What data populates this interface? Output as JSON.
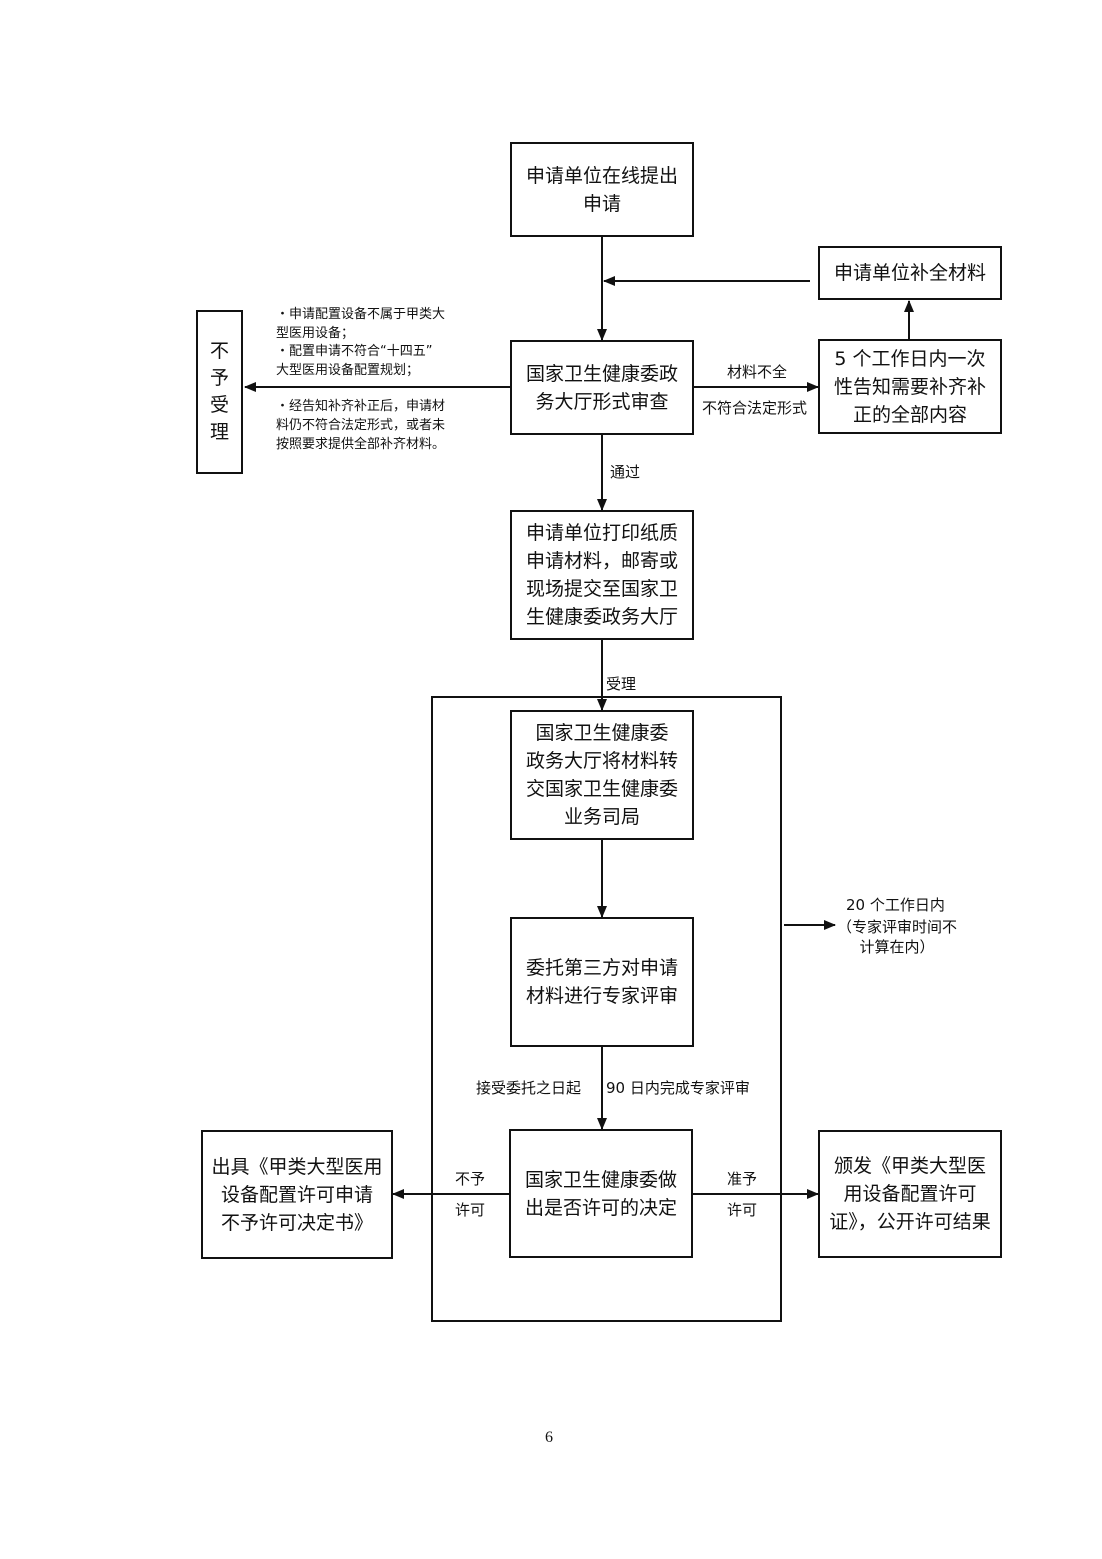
{
  "nodes": {
    "apply_online": "申请单位在线提出\n申请",
    "supplement": "申请单位补全材料",
    "not_accepted": "不\n予\n受\n理",
    "formal_review": "国家卫生健康委政\n务大厅形式审查",
    "notify": "5 个工作日内一次\n性告知需要补齐补\n正的全部内容",
    "print_submit": "申请单位打印纸质\n申请材料，邮寄或\n现场提交至国家卫\n生健康委政务大厅",
    "transfer": "国家卫生健康委\n政务大厅将材料转\n交国家卫生健康委\n业务司局",
    "expert_review": "委托第三方对申请\n材料进行专家评审",
    "decision": "国家卫生健康委做\n出是否许可的决定",
    "refuse_doc": "出具《甲类大型医用\n设备配置许可申请\n不予许可决定书》",
    "issue_license": "颁发《甲类大型医\n用设备配置许可\n证》，公开许可结果"
  },
  "notes": {
    "reason1": "・申请配置设备不属于甲类大\n型医用设备；",
    "reason2": "・配置申请不符合“十四五”\n大型医用设备配置规划；",
    "reason3": "・经告知补齐补正后，申请材\n料仍不符合法定形式，或者未\n按照要求提供全部补齐材料。"
  },
  "edge_labels": {
    "incomplete_1": "材料不全",
    "incomplete_2": "不符合法定形式",
    "pass": "通过",
    "accept": "受理",
    "days_1": "20 个工作日内",
    "days_2": "（专家评审时间不\n计算在内）",
    "expert_1": "接受委托之日起",
    "expert_2": "90 日内完成专家评审",
    "deny_1": "不予",
    "deny_2": "许可",
    "grant_1": "准予",
    "grant_2": "许可"
  },
  "page_number": "6"
}
